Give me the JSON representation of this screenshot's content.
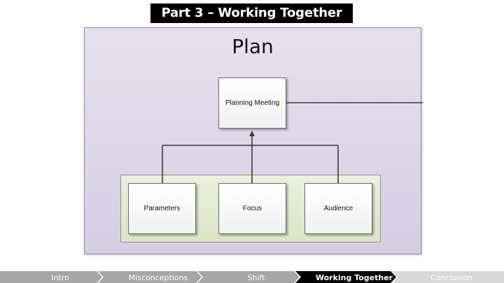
{
  "header": {
    "title": "Part 3 – Working Together"
  },
  "diagram": {
    "title": "Plan",
    "nodes": {
      "planning_meeting": "Planning Meeting",
      "parameters": "Parameters",
      "focus": "Focus",
      "audience": "Audience"
    },
    "colors": {
      "panel": "#dcd3e7",
      "group": "#e2ebd2",
      "node": "#ffffff",
      "connector": "#3a3a3a"
    }
  },
  "nav": {
    "items": [
      {
        "label": "Intro",
        "state": "inactive"
      },
      {
        "label": "Misconceptions",
        "state": "inactive"
      },
      {
        "label": "Shift",
        "state": "inactive"
      },
      {
        "label": "Working Together",
        "state": "active"
      },
      {
        "label": "Conclusion",
        "state": "inactive"
      }
    ],
    "colors": {
      "inactive": "#a6a6a6",
      "active": "#000000",
      "faded": "#d9d9d9",
      "separator": "#ffffff"
    }
  }
}
